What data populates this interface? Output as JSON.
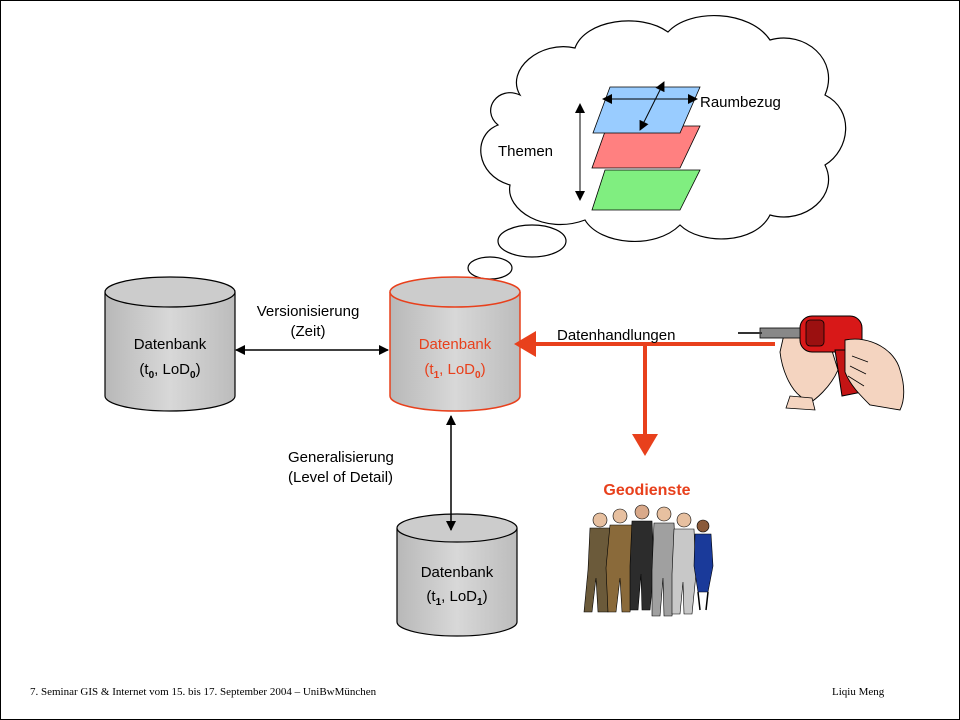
{
  "thought_cloud": {
    "themes_label": "Themen",
    "spatial_label": "Raumbezug"
  },
  "db_left": {
    "name": "Datenbank",
    "t": "t",
    "t_sub": "0",
    "lod": "LoD",
    "lod_sub": "0"
  },
  "db_center": {
    "name": "Datenbank",
    "t": "t",
    "t_sub": "1",
    "lod": "LoD",
    "lod_sub": "0"
  },
  "db_bottom": {
    "name": "Datenbank",
    "t": "t",
    "t_sub": "1",
    "lod": "LoD",
    "lod_sub": "1"
  },
  "edges": {
    "versioning_label": "Versionisierung",
    "versioning_sub": "(Zeit)",
    "generalization_label": "Generalisierung",
    "generalization_sub": "(Level of Detail)",
    "handling_label": "Datenhandlungen"
  },
  "services_label": "Geodienste",
  "footer": {
    "left": "7. Seminar GIS & Internet vom 15. bis 17. September 2004 – UniBwMünchen",
    "right": "Liqiu Meng"
  },
  "colors": {
    "accent": "#e8401c",
    "layer_blue": "#99ccff",
    "layer_red": "#ff8080",
    "layer_green": "#80ee80",
    "cylinder_gray": "#c8c8c8"
  }
}
